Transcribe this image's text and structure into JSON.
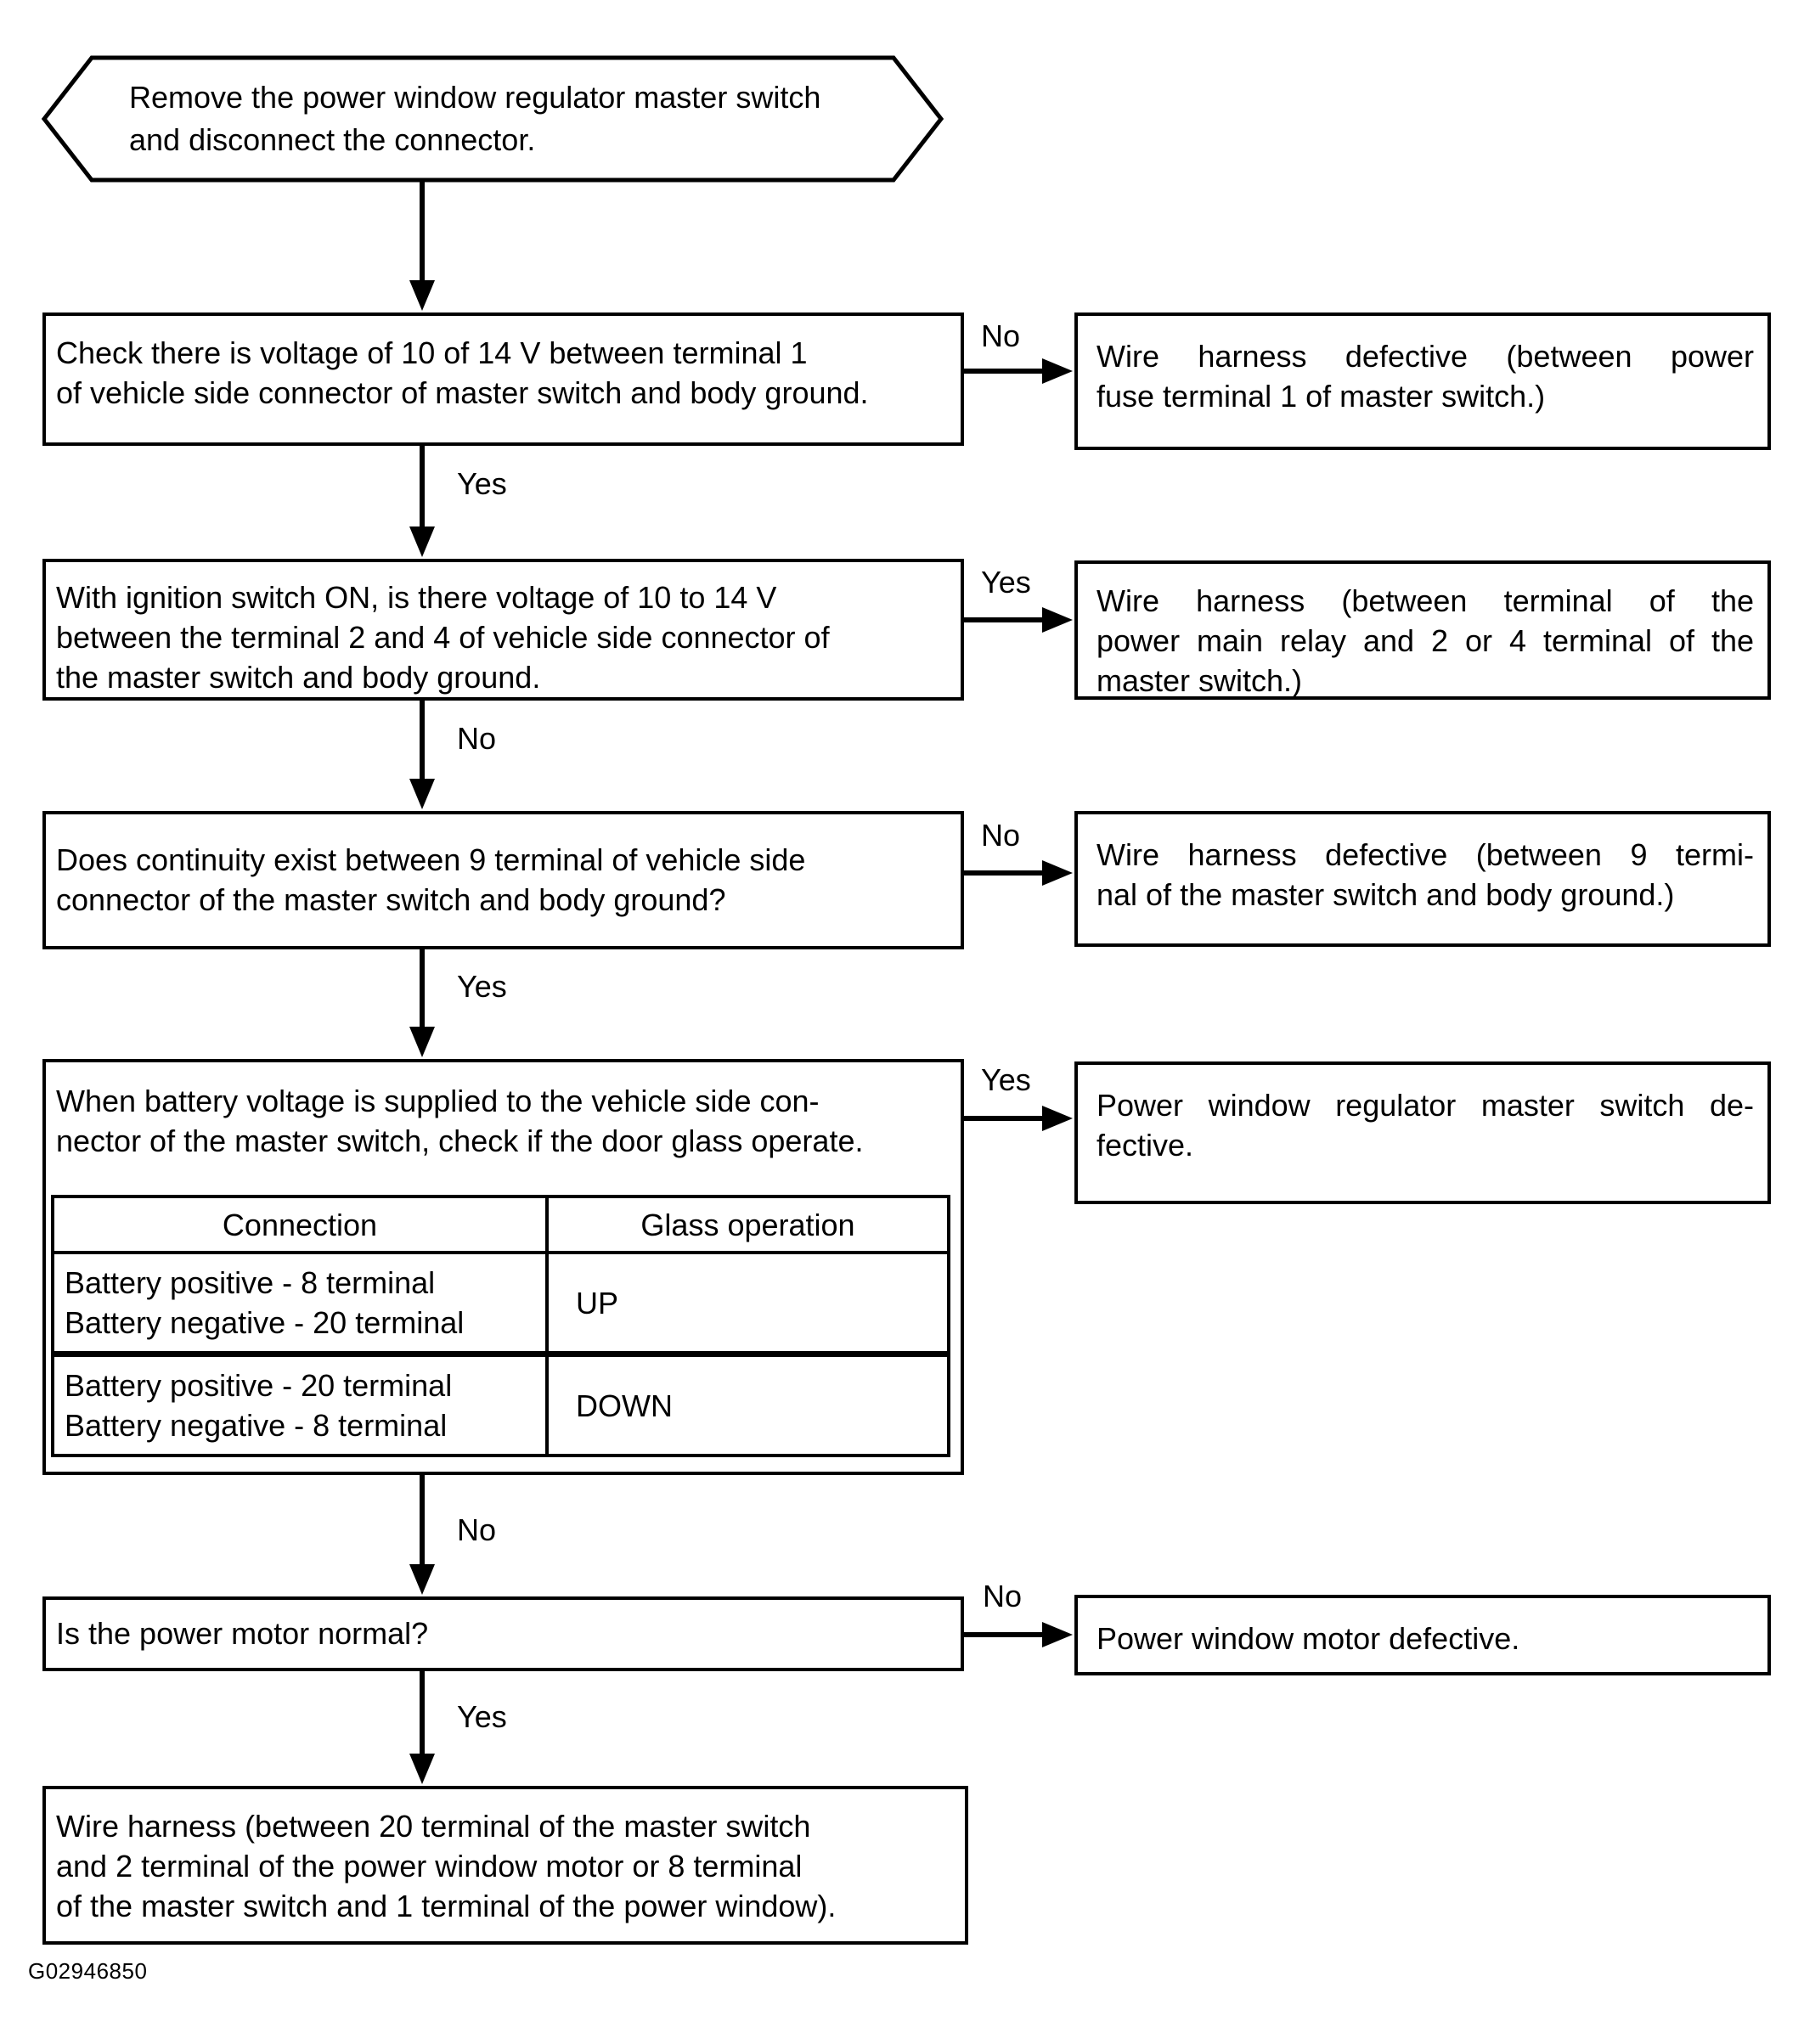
{
  "figure_code": "G02946850",
  "flow": {
    "nodes": {
      "start": {
        "text": "Remove the power window regulator master switch\nand disconnect the connector."
      },
      "q1": {
        "text": "Check there is voltage of 10 of 14 V between terminal 1\nof vehicle side connector of master switch and body ground."
      },
      "q2": {
        "text": "With ignition switch ON, is there voltage of 10 to 14 V\nbetween the terminal 2 and 4 of vehicle side connector of\nthe master switch and body ground."
      },
      "q3": {
        "text": "Does continuity exist between 9 terminal of vehicle side\nconnector of the master switch and body ground?"
      },
      "q4": {
        "text": "When battery voltage is supplied to the vehicle side con-\nnector of the master switch, check if the door glass operate."
      },
      "q5": {
        "text": "Is the power motor normal?"
      },
      "end": {
        "text": "Wire harness (between 20 terminal of the master switch\nand 2 terminal of the power window motor or 8 terminal\nof the master switch and 1 terminal of the power window)."
      },
      "r1": {
        "lines": [
          "Wire harness defective (between power",
          "fuse terminal 1 of master switch.)"
        ]
      },
      "r2": {
        "lines": [
          "Wire harness (between terminal of the",
          "power main relay and 2 or 4 terminal of the",
          "master switch.)"
        ]
      },
      "r3": {
        "lines": [
          "Wire harness defective (between 9 termi-",
          "nal of the master switch and body ground.)"
        ]
      },
      "r4": {
        "lines": [
          "Power window regulator master switch de-",
          "fective."
        ]
      },
      "r5": {
        "lines": [
          "Power window motor defective."
        ]
      }
    },
    "edges": {
      "q1_no": "No",
      "q1_yes": "Yes",
      "q2_yes": "Yes",
      "q2_no": "No",
      "q3_no": "No",
      "q3_yes": "Yes",
      "q4_yes": "Yes",
      "q4_no": "No",
      "q5_no": "No",
      "q5_yes": "Yes"
    },
    "table": {
      "headers": [
        "Connection",
        "Glass operation"
      ],
      "rows": [
        {
          "connection": "Battery positive - 8 terminal\nBattery negative - 20 terminal",
          "operation": "UP"
        },
        {
          "connection": "Battery positive - 20 terminal\nBattery negative - 8 terminal",
          "operation": "DOWN"
        }
      ]
    }
  },
  "colors": {
    "ink": "#000000",
    "paper": "#ffffff"
  }
}
